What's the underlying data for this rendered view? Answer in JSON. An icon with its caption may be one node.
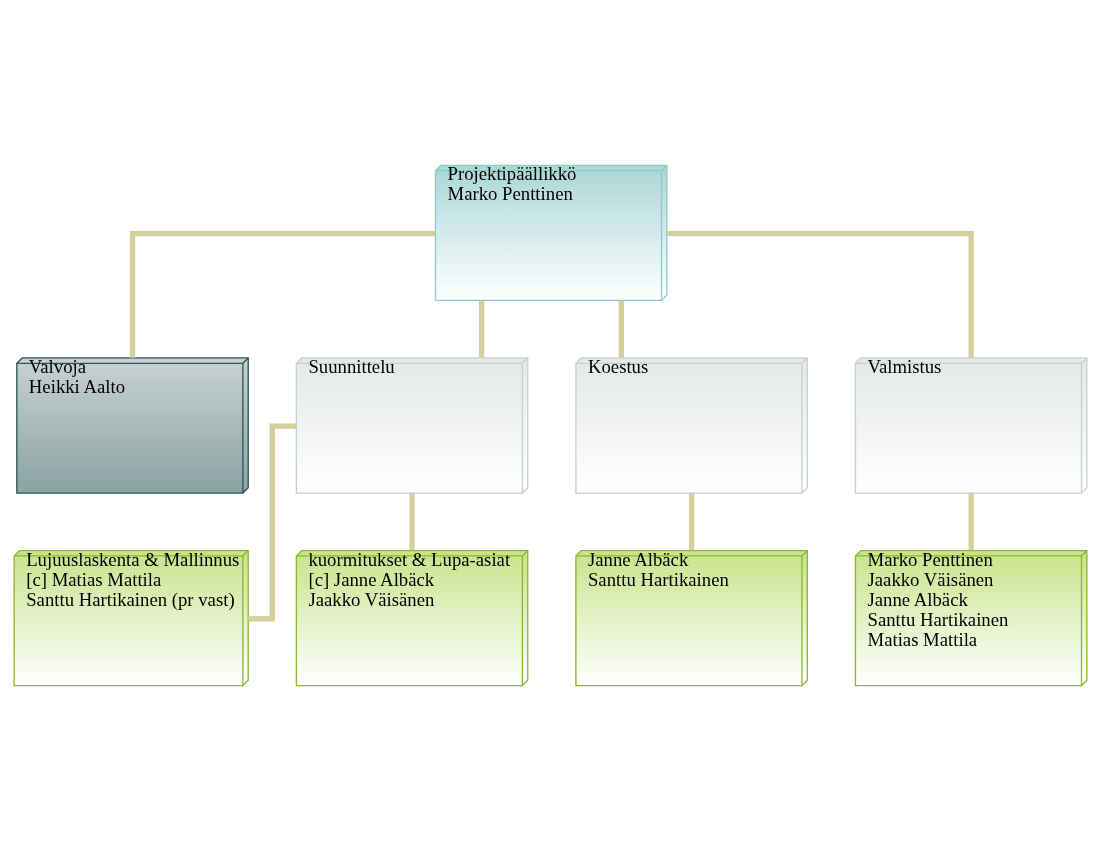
{
  "diagram": {
    "nodes": [
      {
        "text": [
          "Projektipäällikkö",
          "Marko Penttinen"
        ]
      },
      {
        "text": [
          "Valvoja",
          "Heikki Aalto"
        ]
      },
      {
        "text": [
          "Suunnittelu"
        ]
      },
      {
        "text": [
          "Koestus"
        ]
      },
      {
        "text": [
          "Valmistus"
        ]
      },
      {
        "text": [
          "Lujuuslaskenta & Mallinnus",
          "[c] Matias Mattila",
          "Santtu Hartikainen (pr vast)"
        ]
      },
      {
        "text": [
          "kuormitukset & Lupa-asiat",
          "[c] Janne Albäck",
          "Jaakko Väisänen"
        ]
      },
      {
        "text": [
          "Janne Albäck",
          "Santtu Hartikainen"
        ]
      },
      {
        "text": [
          "Marko Penttinen",
          "Jaakko Väisänen",
          "Janne Albäck",
          "Santtu Hartikainen",
          "Matias Mattila"
        ]
      }
    ],
    "edges": [
      {
        "from": 0,
        "to": 1,
        "arrow": "none"
      },
      {
        "from": 0,
        "to": 2,
        "arrow": "none"
      },
      {
        "from": 0,
        "to": 3,
        "arrow": "none"
      },
      {
        "from": 0,
        "to": 4,
        "arrow": "none"
      },
      {
        "from": 2,
        "to": 5,
        "arrow": "none"
      },
      {
        "from": 2,
        "to": 6,
        "arrow": "none"
      },
      {
        "from": 3,
        "to": 7,
        "arrow": "none"
      },
      {
        "from": 4,
        "to": 8,
        "arrow": "none"
      }
    ]
  }
}
